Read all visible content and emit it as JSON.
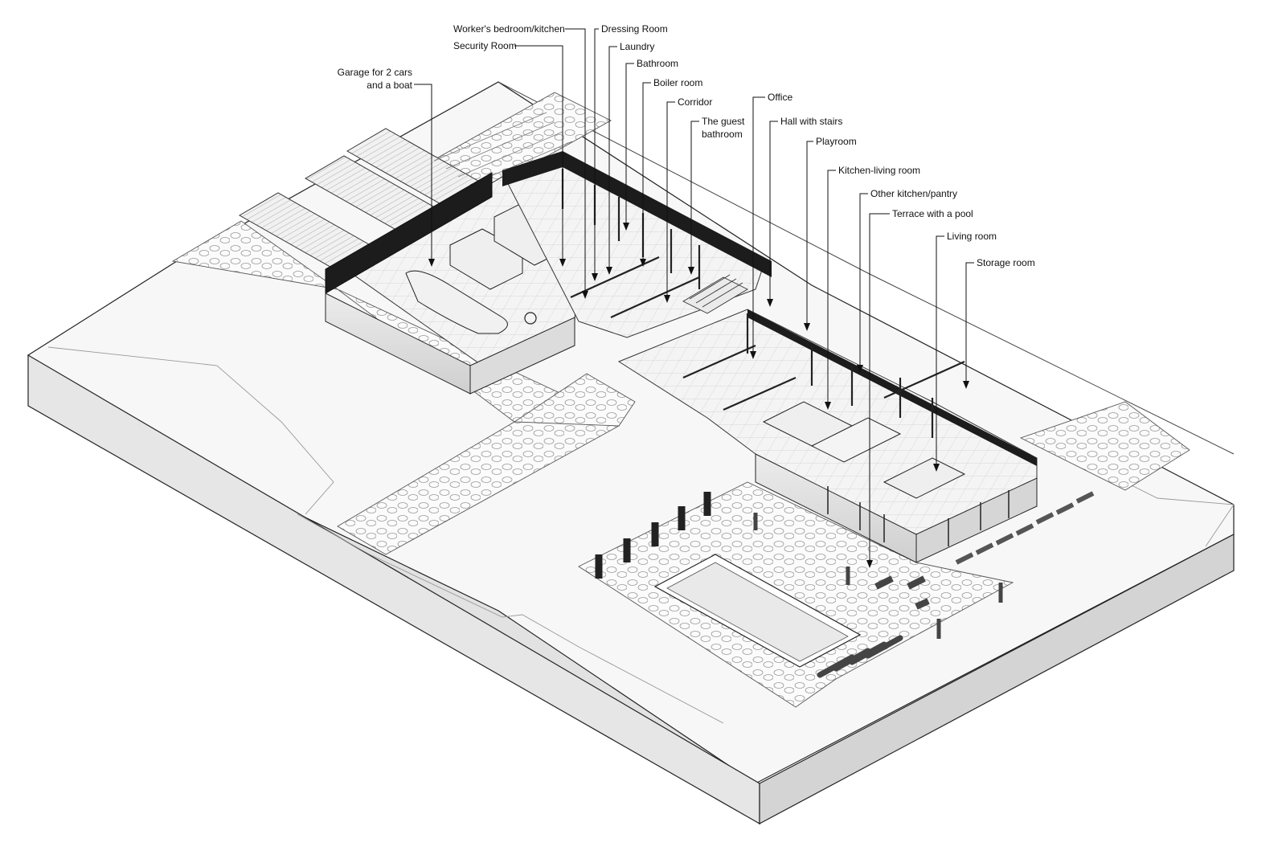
{
  "callouts": [
    {
      "id": "workers-bedroom-kitchen",
      "lines": [
        "Worker's bedroom/kitchen"
      ]
    },
    {
      "id": "dressing-room",
      "lines": [
        "Dressing Room"
      ]
    },
    {
      "id": "security-room",
      "lines": [
        "Security Room"
      ]
    },
    {
      "id": "laundry",
      "lines": [
        "Laundry"
      ]
    },
    {
      "id": "bathroom",
      "lines": [
        "Bathroom"
      ]
    },
    {
      "id": "garage",
      "lines": [
        "Garage for 2 cars",
        "and a boat"
      ]
    },
    {
      "id": "boiler-room",
      "lines": [
        "Boiler room"
      ]
    },
    {
      "id": "corridor",
      "lines": [
        "Corridor"
      ]
    },
    {
      "id": "office",
      "lines": [
        "Office"
      ]
    },
    {
      "id": "guest-bathroom",
      "lines": [
        "The guest",
        "bathroom"
      ]
    },
    {
      "id": "hall-with-stairs",
      "lines": [
        "Hall with stairs"
      ]
    },
    {
      "id": "playroom",
      "lines": [
        "Playroom"
      ]
    },
    {
      "id": "kitchen-living-room",
      "lines": [
        "Kitchen-living room"
      ]
    },
    {
      "id": "other-kitchen-pantry",
      "lines": [
        "Other kitchen/pantry"
      ]
    },
    {
      "id": "terrace-with-pool",
      "lines": [
        "Terrace with a pool"
      ]
    },
    {
      "id": "living-room",
      "lines": [
        "Living room"
      ]
    },
    {
      "id": "storage-room",
      "lines": [
        "Storage room"
      ]
    }
  ]
}
